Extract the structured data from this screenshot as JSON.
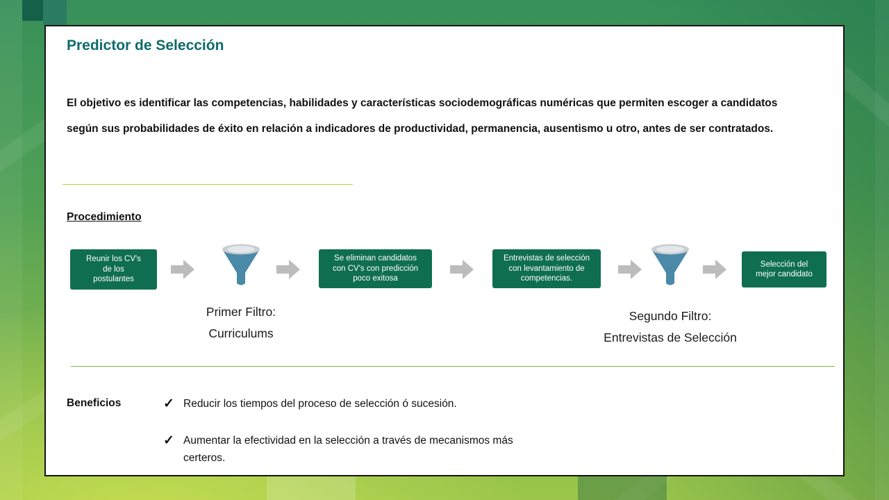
{
  "slide": {
    "title": "Predictor de Selección",
    "objective": "El objetivo es identificar las competencias, habilidades y características sociodemográficas numéricas que permiten escoger a candidatos según sus probabilidades de éxito en relación a indicadores de productividad, permanencia, ausentismo u otro, antes de ser contratados."
  },
  "procedure": {
    "heading": "Procedimiento",
    "steps": {
      "box1": "Reunir los CV's\nde los\npostulantes",
      "box2": "Se eliminan candidatos\ncon CV's con predicción\npoco exitosa",
      "box3": "Entrevistas de selección\ncon levantamiento de\ncompetencias.",
      "box4": "Selección del\nmejor candidato"
    },
    "filters": {
      "first": "Primer Filtro:\nCurriculums",
      "second": "Segundo Filtro:\nEntrevistas de Selección"
    }
  },
  "benefits": {
    "heading": "Beneficios",
    "check_glyph": "✓",
    "items": [
      "Reducir los tiempos del proceso de selección ó sucesión.",
      "Aumentar la efectividad en la selección a través de mecanismos más\ncerteros."
    ]
  },
  "colors": {
    "title_teal": "#0e6b6b",
    "box_green": "#0f6e52",
    "arrow_gray": "#bcbcbc",
    "funnel_blue": "#4a89a8",
    "divider_yellow_green": "#b9cf3c",
    "divider_green": "#7cb543"
  }
}
